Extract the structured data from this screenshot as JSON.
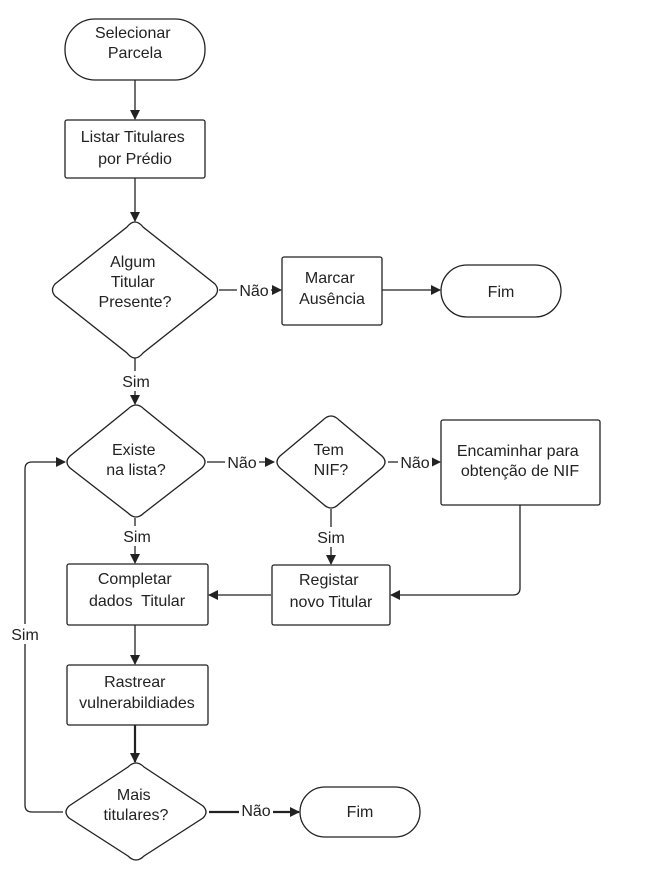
{
  "nodes": {
    "selecionar_parcela": [
      "Selecionar",
      "Parcela"
    ],
    "listar_titulares": [
      "Listar Titulares",
      "por Prédio"
    ],
    "algum_titular": [
      "Algum",
      "Titular",
      "Presente?"
    ],
    "marcar_ausencia": [
      "Marcar",
      "Ausência"
    ],
    "fim_1": [
      "Fim"
    ],
    "existe_lista": [
      "Existe",
      "na lista?"
    ],
    "tem_nif": [
      "Tem",
      "NIF?"
    ],
    "encaminhar_nif": [
      "Encaminhar para",
      "obtenção de NIF"
    ],
    "completar_dados": [
      "Completar",
      "dados  Titular"
    ],
    "registar_titular": [
      "Registar",
      "novo Titular"
    ],
    "rastrear": [
      "Rastrear",
      "vulnerabildiades"
    ],
    "mais_titulares": [
      "Mais",
      "titulares?"
    ],
    "fim_2": [
      "Fim"
    ]
  },
  "edge_labels": {
    "algum_nao": "Não",
    "algum_sim": "Sim",
    "existe_nao": "Não",
    "existe_sim": "Sim",
    "tem_nao": "Não",
    "tem_sim": "Sim",
    "mais_sim": "Sim",
    "mais_nao": "Não"
  }
}
